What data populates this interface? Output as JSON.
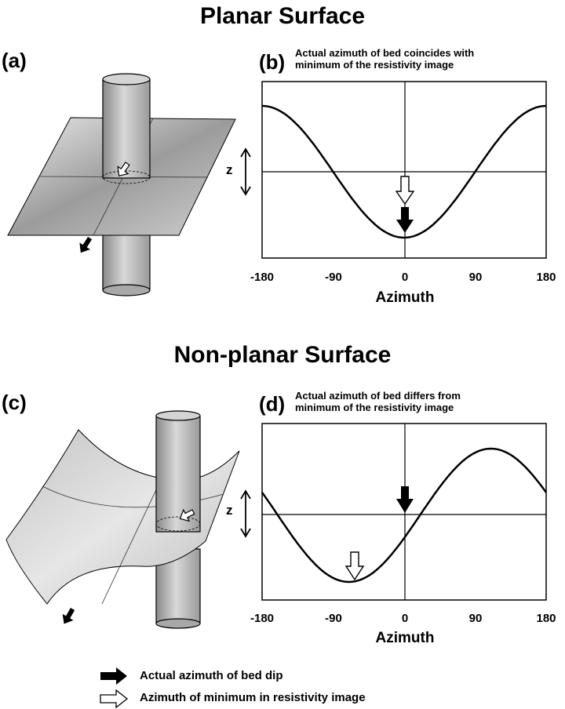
{
  "titles": {
    "planar": "Planar Surface",
    "nonplanar": "Non-planar Surface"
  },
  "panels": {
    "a": {
      "label": "(a)"
    },
    "b": {
      "label": "(b)",
      "caption_line1": "Actual azimuth of bed coincides with",
      "caption_line2": "minimum of the resistivity image"
    },
    "c": {
      "label": "(c)"
    },
    "d": {
      "label": "(d)",
      "caption_line1": "Actual azimuth of bed differs from",
      "caption_line2": "minimum of the resistivity image"
    }
  },
  "axis": {
    "xlabel": "Azimuth",
    "zlabel": "z",
    "ticks": [
      "-180",
      "-90",
      "0",
      "90",
      "180"
    ]
  },
  "legend": {
    "actual": "Actual azimuth of bed dip",
    "minimum": "Azimuth of minimum in resistivity image"
  },
  "colors": {
    "black_arrow": "#000000",
    "white_arrow": "#ffffff",
    "surface": "#d0d0d0",
    "cylinder": "#b8b8b8"
  },
  "icons": {
    "actual": "black-arrow-icon",
    "minimum": "white-arrow-icon"
  },
  "chart_data": [
    {
      "type": "line",
      "xlim": [
        -180,
        180
      ],
      "x_ticks": [
        -180,
        -90,
        0,
        90,
        180
      ],
      "curve_minimum_azimuth": 0,
      "actual_dip_azimuth": 0
    },
    {
      "type": "line",
      "xlim": [
        -180,
        180
      ],
      "x_ticks": [
        -180,
        -90,
        0,
        90,
        180
      ],
      "curve_minimum_azimuth": -70,
      "actual_dip_azimuth": 0
    }
  ]
}
